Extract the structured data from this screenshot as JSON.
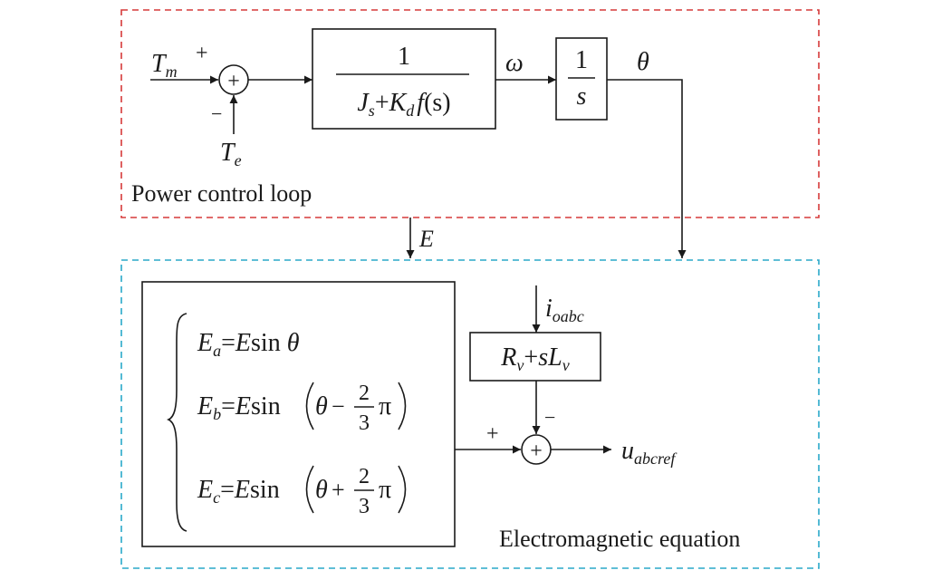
{
  "power_loop": {
    "label": "Power control loop",
    "input_tm": {
      "sym": "T",
      "sub": "m"
    },
    "input_te": {
      "sym": "T",
      "sub": "e"
    },
    "sum_sign_plus": "+",
    "sum_sign_minus": "−",
    "sum_glyph": "+",
    "tf_inertia": {
      "numerator": "1",
      "den_j": "J",
      "den_j_sub": "s",
      "den_plus": "+",
      "den_k": "K",
      "den_k_sub": "d",
      "den_f": "f",
      "den_s": "(s)"
    },
    "signal_omega": "ω",
    "tf_integrator": {
      "numerator": "1",
      "denominator": "s"
    },
    "signal_theta": "θ",
    "colors": {
      "border": "#d63a3a"
    }
  },
  "signal_e": "E",
  "electromagnetic": {
    "label": "Electromagnetic equation",
    "equations": [
      {
        "lhs": "E",
        "sub": "a",
        "eq": "=",
        "e": "E",
        "fn": "sin",
        "theta": "θ",
        "shift_sign": "",
        "frac_num": "",
        "frac_den": "",
        "pi": ""
      },
      {
        "lhs": "E",
        "sub": "b",
        "eq": "=",
        "e": "E",
        "fn": "sin",
        "theta": "θ",
        "shift_sign": "−",
        "frac_num": "2",
        "frac_den": "3",
        "pi": "π"
      },
      {
        "lhs": "E",
        "sub": "c",
        "eq": "=",
        "e": "E",
        "fn": "sin",
        "theta": "θ",
        "shift_sign": "+",
        "frac_num": "2",
        "frac_den": "3",
        "pi": "π"
      }
    ],
    "input_i": {
      "sym": "i",
      "sub": "oabc"
    },
    "impedance": {
      "r": "R",
      "r_sub": "v",
      "plus": "+",
      "s": "s",
      "l": "L",
      "l_sub": "v"
    },
    "sum_sign_plus": "+",
    "sum_sign_minus": "−",
    "sum_glyph": "+",
    "output_u": {
      "sym": "u",
      "sub": "abcref"
    },
    "colors": {
      "border": "#2aa9c9"
    }
  }
}
